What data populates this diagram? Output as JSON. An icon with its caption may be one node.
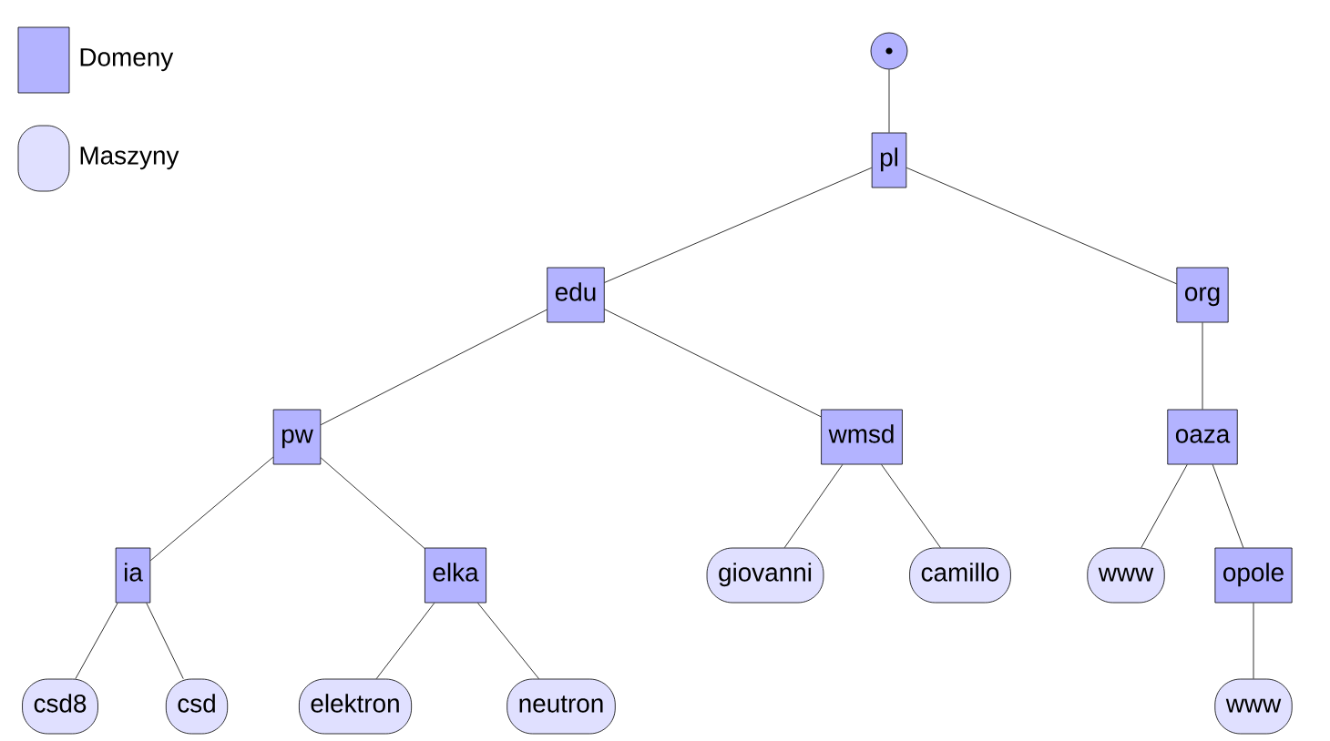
{
  "diagram": {
    "nodes": [
      {
        "text": [],
        "shape": "circle"
      },
      {
        "text": [
          "pl"
        ]
      },
      {
        "text": [
          "edu"
        ]
      },
      {
        "text": [
          "org"
        ]
      },
      {
        "text": [
          "pw"
        ]
      },
      {
        "text": [
          "wmsd"
        ]
      },
      {
        "text": [
          "oaza"
        ]
      },
      {
        "text": [
          "ia"
        ]
      },
      {
        "text": [
          "elka"
        ]
      },
      {
        "text": [
          "giovanni"
        ]
      },
      {
        "text": [
          "camillo"
        ]
      },
      {
        "text": [
          "www"
        ]
      },
      {
        "text": [
          "opole"
        ]
      },
      {
        "text": [
          "csd8"
        ]
      },
      {
        "text": [
          "csd"
        ]
      },
      {
        "text": [
          "elektron"
        ]
      },
      {
        "text": [
          "neutron"
        ]
      },
      {
        "text": [
          "www"
        ]
      }
    ],
    "edges": [
      {
        "from": 0,
        "to": 1,
        "arrow": "none"
      },
      {
        "from": 1,
        "to": 2,
        "arrow": "none"
      },
      {
        "from": 1,
        "to": 3,
        "arrow": "none"
      },
      {
        "from": 2,
        "to": 4,
        "arrow": "none"
      },
      {
        "from": 2,
        "to": 5,
        "arrow": "none"
      },
      {
        "from": 3,
        "to": 6,
        "arrow": "none"
      },
      {
        "from": 4,
        "to": 7,
        "arrow": "none"
      },
      {
        "from": 4,
        "to": 8,
        "arrow": "none"
      },
      {
        "from": 5,
        "to": 9,
        "arrow": "none"
      },
      {
        "from": 5,
        "to": 10,
        "arrow": "none"
      },
      {
        "from": 6,
        "to": 11,
        "arrow": "none"
      },
      {
        "from": 6,
        "to": 12,
        "arrow": "none"
      },
      {
        "from": 7,
        "to": 13,
        "arrow": "none"
      },
      {
        "from": 7,
        "to": 14,
        "arrow": "none"
      },
      {
        "from": 8,
        "to": 15,
        "arrow": "none"
      },
      {
        "from": 8,
        "to": 16,
        "arrow": "none"
      },
      {
        "from": 12,
        "to": 17,
        "arrow": "none"
      }
    ],
    "legend": [
      {
        "text": "Domeny",
        "color": "#b3b3ff"
      },
      {
        "text": "Maszyny",
        "color": "#e0e0ff"
      }
    ]
  }
}
